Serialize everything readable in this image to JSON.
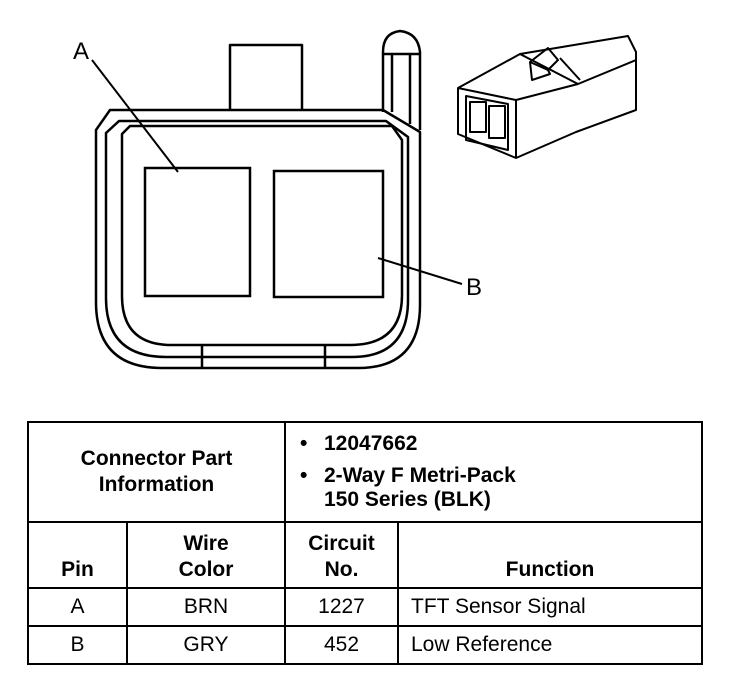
{
  "callouts": {
    "a": "A",
    "b": "B"
  },
  "table": {
    "part_label_line1": "Connector Part",
    "part_label_line2": "Information",
    "part_items": [
      {
        "line1": "12047662"
      },
      {
        "line1": "2-Way F Metri-Pack",
        "line2": "150 Series (BLK)"
      }
    ],
    "headers": {
      "pin": "Pin",
      "wire_color_line1": "Wire",
      "wire_color_line2": "Color",
      "circuit_line1": "Circuit",
      "circuit_line2": "No.",
      "function": "Function"
    },
    "rows": [
      {
        "pin": "A",
        "color": "BRN",
        "circuit": "1227",
        "function": "TFT Sensor Signal"
      },
      {
        "pin": "B",
        "color": "GRY",
        "circuit": "452",
        "function": "Low Reference"
      }
    ]
  }
}
